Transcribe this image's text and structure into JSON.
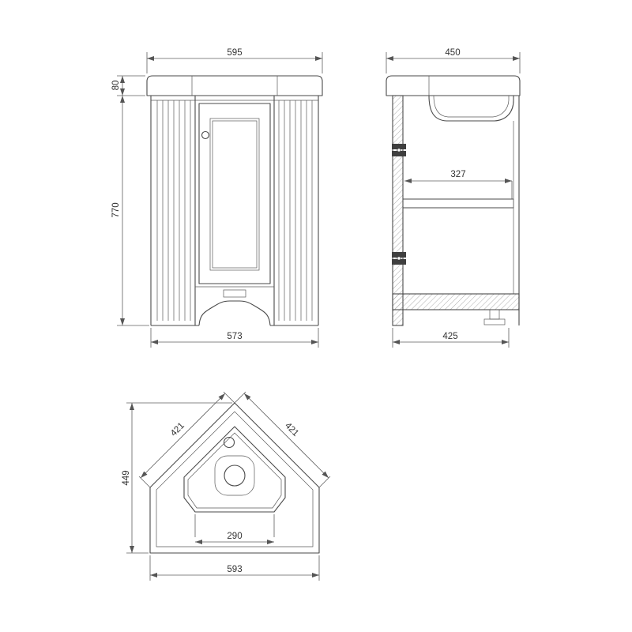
{
  "colors": {
    "background": "#ffffff",
    "line": "#4a4a4a",
    "text": "#333333"
  },
  "views": {
    "front": {
      "label": "front-elevation",
      "dimensions": {
        "overall_width_top": "595",
        "worktop_height": "80",
        "cabinet_height": "770",
        "cabinet_width_bottom": "573"
      }
    },
    "side": {
      "label": "side-elevation",
      "dimensions": {
        "overall_depth_top": "450",
        "internal_depth": "327",
        "cabinet_depth_bottom": "425"
      }
    },
    "plan": {
      "label": "plan-view",
      "dimensions": {
        "back_edge_left": "421",
        "back_edge_right": "421",
        "overall_depth": "449",
        "basin_front_width": "290",
        "overall_width": "593"
      }
    }
  }
}
